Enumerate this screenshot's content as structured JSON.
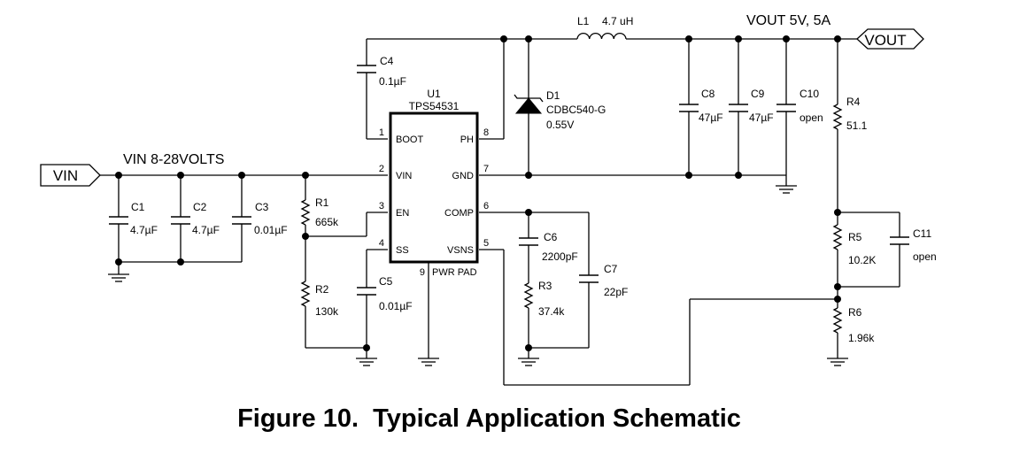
{
  "caption": "Figure 10.  Typical Application Schematic",
  "ports": {
    "vin": "VIN",
    "vout": "VOUT"
  },
  "net_labels": {
    "vin_range": "VIN 8-28VOLTS",
    "vout_rating": "VOUT 5V, 5A"
  },
  "ic": {
    "ref": "U1",
    "part": "TPS54531",
    "pins": [
      {
        "num": "1",
        "name": "BOOT"
      },
      {
        "num": "2",
        "name": "VIN"
      },
      {
        "num": "3",
        "name": "EN"
      },
      {
        "num": "4",
        "name": "SS"
      },
      {
        "num": "8",
        "name": "PH"
      },
      {
        "num": "7",
        "name": "GND"
      },
      {
        "num": "6",
        "name": "COMP"
      },
      {
        "num": "5",
        "name": "VSNS"
      },
      {
        "num": "9",
        "name": "PWR PAD"
      }
    ]
  },
  "components": {
    "C1": {
      "ref": "C1",
      "value": "4.7µF"
    },
    "C2": {
      "ref": "C2",
      "value": "4.7µF"
    },
    "C3": {
      "ref": "C3",
      "value": "0.01µF"
    },
    "C4": {
      "ref": "C4",
      "value": "0.1µF"
    },
    "C5": {
      "ref": "C5",
      "value": "0.01µF"
    },
    "C6": {
      "ref": "C6",
      "value": "2200pF"
    },
    "C7": {
      "ref": "C7",
      "value": "22pF"
    },
    "C8": {
      "ref": "C8",
      "value": "47µF"
    },
    "C9": {
      "ref": "C9",
      "value": "47µF"
    },
    "C10": {
      "ref": "C10",
      "value": "open"
    },
    "C11": {
      "ref": "C11",
      "value": "open"
    },
    "R1": {
      "ref": "R1",
      "value": "665k"
    },
    "R2": {
      "ref": "R2",
      "value": "130k"
    },
    "R3": {
      "ref": "R3",
      "value": "37.4k"
    },
    "R4": {
      "ref": "R4",
      "value": "51.1"
    },
    "R5": {
      "ref": "R5",
      "value": "10.2K"
    },
    "R6": {
      "ref": "R6",
      "value": "1.96k"
    },
    "L1": {
      "ref": "L1",
      "value": "4.7 uH"
    },
    "D1": {
      "ref": "D1",
      "part": "CDBC540-G",
      "vf": "0.55V"
    }
  }
}
